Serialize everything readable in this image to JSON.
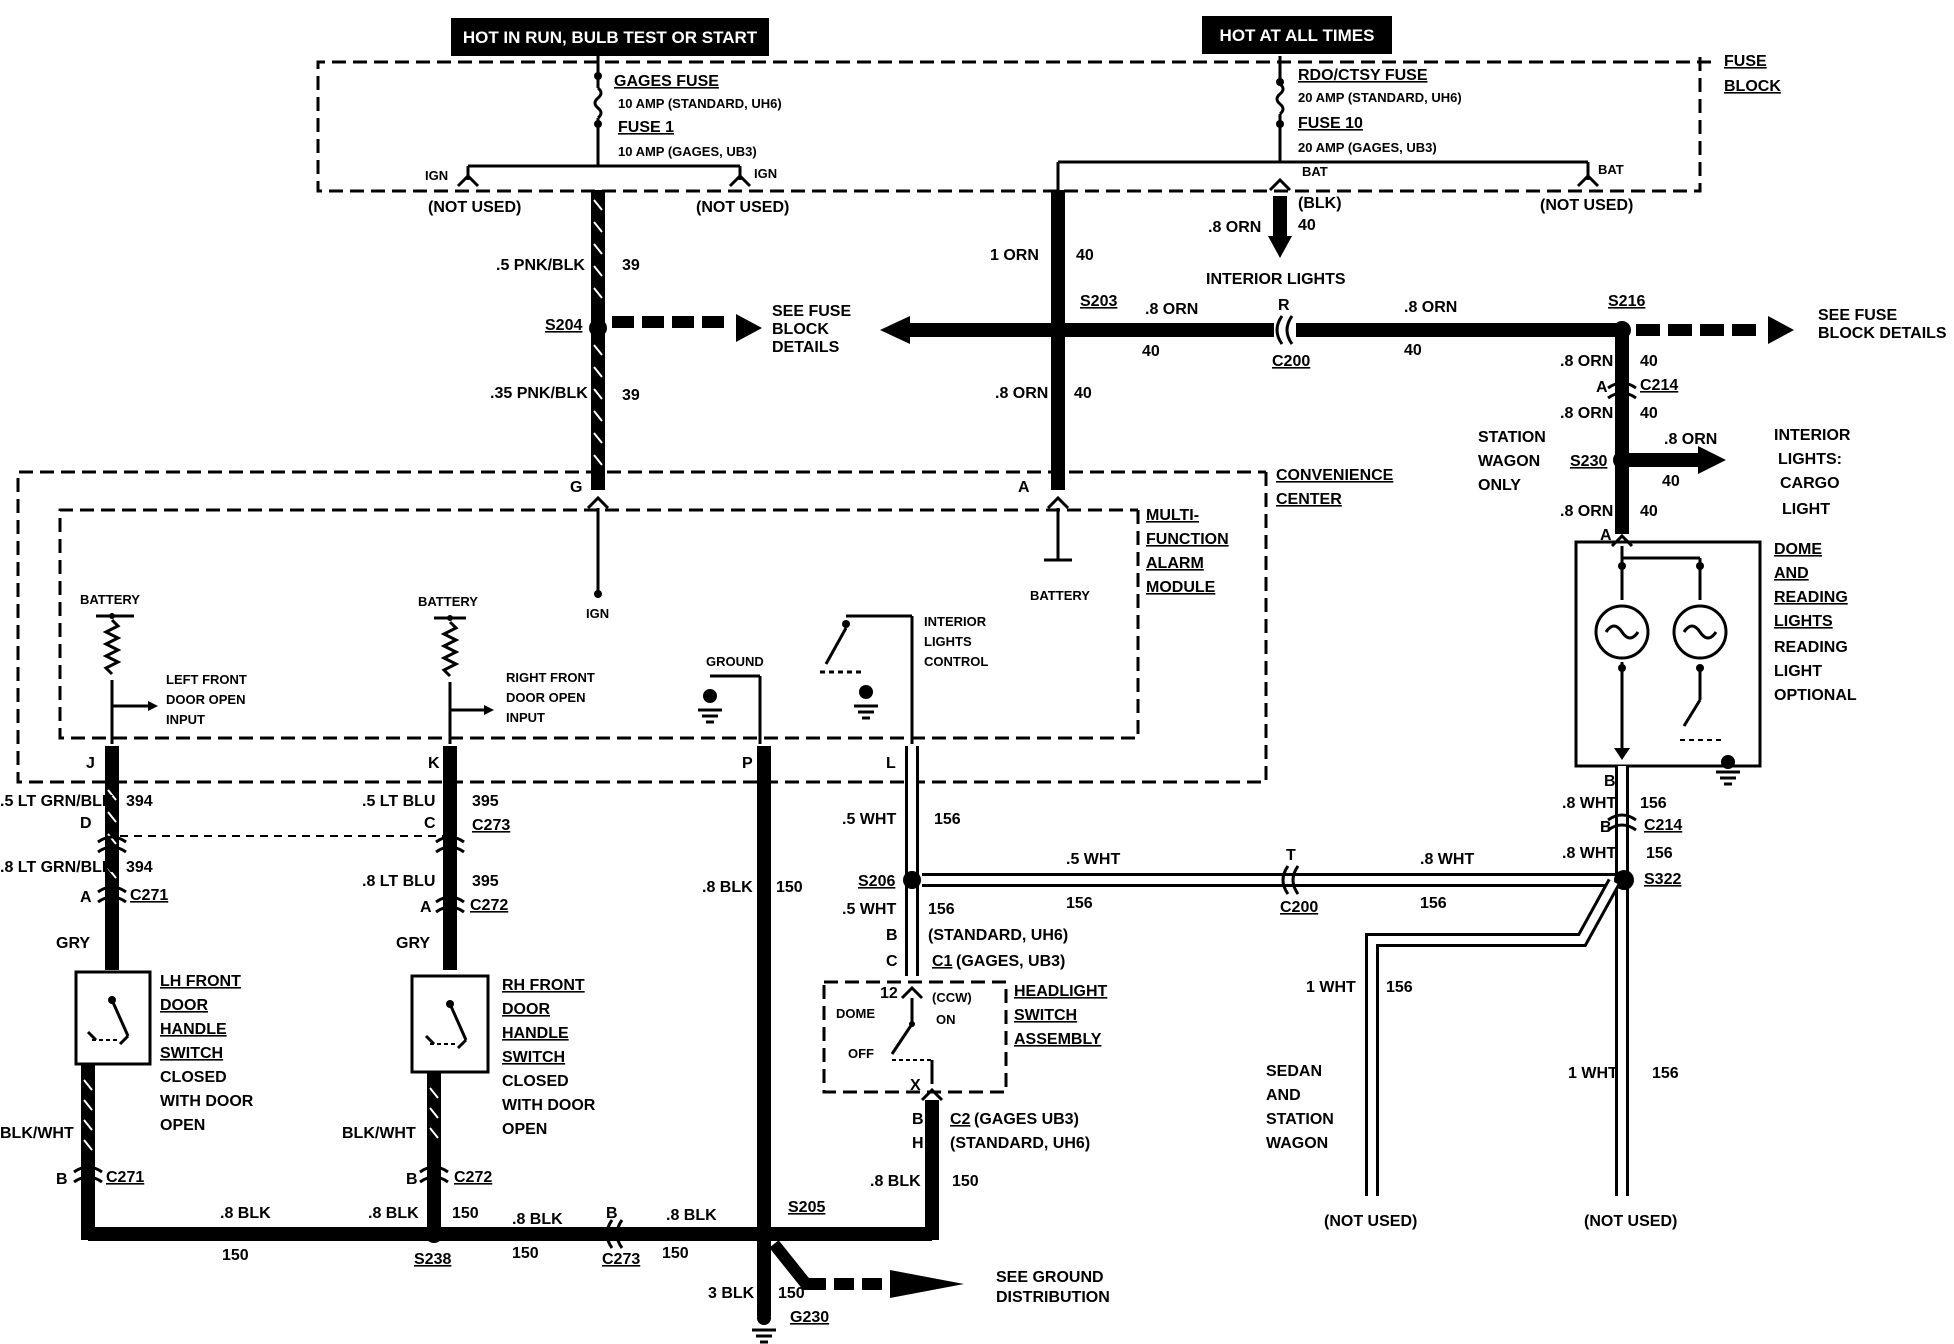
{
  "headers": {
    "hot_run": "HOT IN RUN, BULB TEST OR START",
    "hot_all": "HOT AT ALL TIMES"
  },
  "fuse_block": {
    "title": [
      "FUSE",
      "BLOCK"
    ],
    "gages_fuse": "GAGES FUSE",
    "gages_fuse_rating": "10 AMP (STANDARD, UH6)",
    "fuse1": "FUSE 1",
    "fuse1_rating": "10 AMP (GAGES, UB3)",
    "rdo_fuse": "RDO/CTSY FUSE",
    "rdo_fuse_rating": "20 AMP (STANDARD, UH6)",
    "fuse10": "FUSE 10",
    "fuse10_rating": "20 AMP (GAGES, UB3)",
    "ign": "IGN",
    "bat": "BAT",
    "blk": "(BLK)",
    "not_used": "(NOT USED)"
  },
  "wires": {
    "w_5pnkblk": ".5 PNK/BLK",
    "c39": "39",
    "w_35pnkblk": ".35 PNK/BLK",
    "w_1orn": "1 ORN",
    "c40": "40",
    "w_8orn": ".8 ORN",
    "w_5ltgrnblk": ".5 LT GRN/BLK",
    "c394": "394",
    "w_8ltgrnblk": ".8 LT GRN/BLK",
    "w_5ltblu": ".5 LT BLU",
    "c395": "395",
    "w_8ltblu": ".8 LT BLU",
    "gry": "GRY",
    "blkwht": "BLK/WHT",
    "w_8blk": ".8 BLK",
    "c150": "150",
    "w_3blk": "3 BLK",
    "w_5wht": ".5 WHT",
    "c156": "156",
    "w_8wht": ".8 WHT",
    "w_1wht": "1 WHT"
  },
  "splices": {
    "s204": "S204",
    "s203": "S203",
    "s216": "S216",
    "s230": "S230",
    "s206": "S206",
    "s322": "S322",
    "s205": "S205",
    "s238": "S238",
    "g230": "G230"
  },
  "connectors": {
    "c200": "C200",
    "c214": "C214",
    "c271": "C271",
    "c272": "C272",
    "c273": "C273",
    "c1": "C1",
    "c2": "C2"
  },
  "pins": {
    "g": "G",
    "a": "A",
    "b": "B",
    "c": "C",
    "d": "D",
    "h": "H",
    "j": "J",
    "k": "K",
    "l": "L",
    "p": "P",
    "r": "R",
    "t": "T",
    "x": "X",
    "n12": "12"
  },
  "labels": {
    "see_fuse_block": [
      "SEE FUSE",
      "BLOCK",
      "DETAILS"
    ],
    "see_fuse_block_right": [
      "SEE FUSE",
      "BLOCK DETAILS"
    ],
    "interior_lights": "INTERIOR LIGHTS",
    "interior_cargo": [
      "INTERIOR",
      "LIGHTS:",
      "CARGO",
      "LIGHT"
    ],
    "station_wagon_only": [
      "STATION",
      "WAGON",
      "ONLY"
    ],
    "convenience_center": [
      "CONVENIENCE",
      "CENTER"
    ],
    "mfam": [
      "MULTI-",
      "FUNCTION",
      "ALARM",
      "MODULE"
    ],
    "battery": "BATTERY",
    "ign": "IGN",
    "ground": "GROUND",
    "left_front_input": [
      "LEFT FRONT",
      "DOOR OPEN",
      "INPUT"
    ],
    "right_front_input": [
      "RIGHT FRONT",
      "DOOR OPEN",
      "INPUT"
    ],
    "interior_lights_control": [
      "INTERIOR",
      "LIGHTS",
      "CONTROL"
    ],
    "dome_reading": [
      "DOME",
      "AND",
      "READING",
      "LIGHTS"
    ],
    "reading_optional": [
      "READING",
      "LIGHT",
      "OPTIONAL"
    ],
    "lh_switch": [
      "LH FRONT",
      "DOOR",
      "HANDLE",
      "SWITCH",
      "CLOSED",
      "WITH DOOR",
      "OPEN"
    ],
    "rh_switch": [
      "RH FRONT",
      "DOOR",
      "HANDLE",
      "SWITCH",
      "CLOSED",
      "WITH DOOR",
      "OPEN"
    ],
    "headlight_switch": [
      "HEADLIGHT",
      "SWITCH",
      "ASSEMBLY"
    ],
    "dome": "DOME",
    "off": "OFF",
    "ccw": "(CCW)",
    "on": "ON",
    "std_uh6": "(STANDARD, UH6)",
    "gages_ub3": "(GAGES, UB3)",
    "c2_gages": "(GAGES UB3)",
    "sedan_wagon": [
      "SEDAN",
      "AND",
      "STATION",
      "WAGON"
    ],
    "not_used": "(NOT USED)",
    "see_ground": [
      "SEE GROUND",
      "DISTRIBUTION"
    ]
  }
}
